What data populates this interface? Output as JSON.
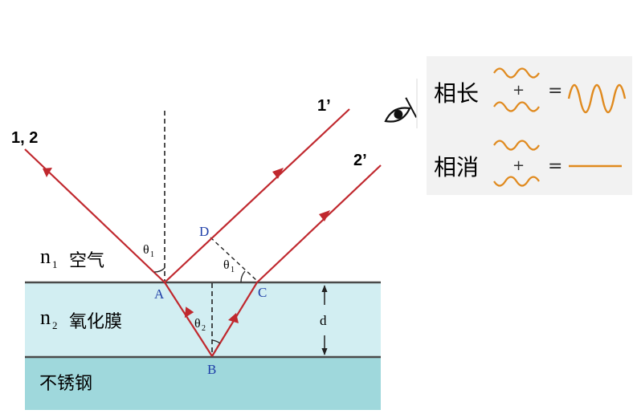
{
  "labels": {
    "incident": "1, 2",
    "ray1_out": "1’",
    "ray2_out": "2’",
    "n1_symbol": "n",
    "n1_sub": "1",
    "n1_name": "空气",
    "n2_symbol": "n",
    "n2_sub": "2",
    "n2_name": "氧化膜",
    "substrate": "不锈钢",
    "pt_A": "A",
    "pt_B": "B",
    "pt_C": "C",
    "pt_D": "D",
    "theta": "θ",
    "theta1_sub": "1",
    "theta2_sub": "2",
    "thickness": "d"
  },
  "legend": {
    "constructive": "相长",
    "destructive": "相消",
    "plus": "+",
    "equals": "="
  },
  "icons": [
    "eye-icon",
    "wave-icon"
  ],
  "colors": {
    "ray": "#c0282e",
    "film": "#d2eef2",
    "substrate": "#9fd8dc",
    "wave": "#e08a1e",
    "point_label": "#1f3fa8"
  }
}
